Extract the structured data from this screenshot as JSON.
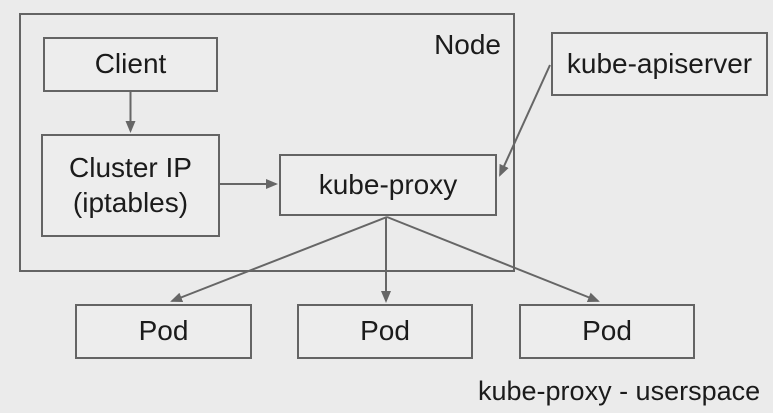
{
  "diagram": {
    "colors": {
      "background": "#ebebeb",
      "box_fill": "#ededed",
      "box_border": "#646464",
      "arrow": "#666666",
      "text": "#1b1b1b"
    },
    "node_label": "Node",
    "boxes": {
      "client": "Client",
      "cluster_ip_line1": "Cluster IP",
      "cluster_ip_line2": "(iptables)",
      "kube_proxy": "kube-proxy",
      "kube_apiserver": "kube-apiserver",
      "pod_1": "Pod",
      "pod_2": "Pod",
      "pod_3": "Pod"
    },
    "caption": "kube-proxy - userspace",
    "arrows": [
      {
        "from": "client",
        "to": "cluster_ip"
      },
      {
        "from": "cluster_ip",
        "to": "kube_proxy"
      },
      {
        "from": "kube_apiserver",
        "to": "kube_proxy"
      },
      {
        "from": "kube_proxy",
        "to": "pod_1"
      },
      {
        "from": "kube_proxy",
        "to": "pod_2"
      },
      {
        "from": "kube_proxy",
        "to": "pod_3"
      }
    ]
  }
}
